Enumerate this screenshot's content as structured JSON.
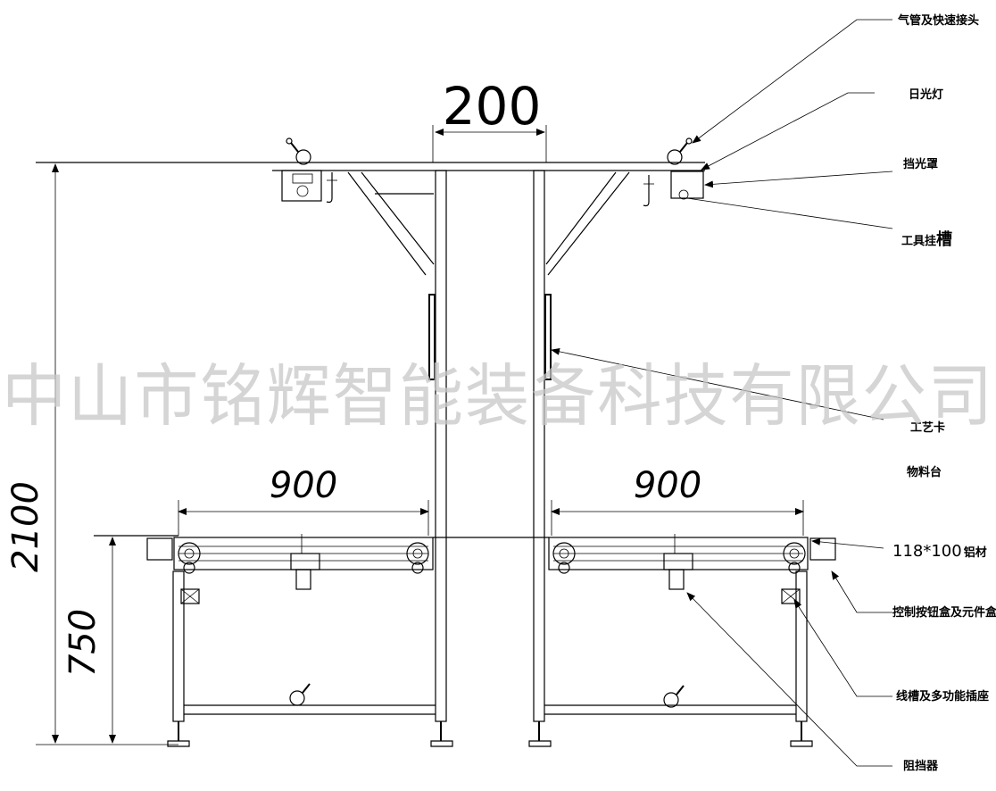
{
  "dimensions": {
    "top_width": "200",
    "left_width": "900",
    "right_width": "900",
    "total_height": "2100",
    "table_height": "750"
  },
  "labels": {
    "air_pipe": "气管及快速接头",
    "fluorescent_lamp": "日光灯",
    "light_shield": "挡光罩",
    "tool_hanger_a": "工具挂",
    "tool_hanger_b": "槽",
    "process_card": "工艺卡",
    "material_table": "物料台",
    "aluminum_a": "118*100",
    "aluminum_b": "铝材",
    "control_box": "控制按钮盒及元件盒",
    "wire_trough": "线槽及多功能插座",
    "stopper": "阻挡器"
  },
  "watermark": "中山市铭辉智能装备科技有限公司"
}
